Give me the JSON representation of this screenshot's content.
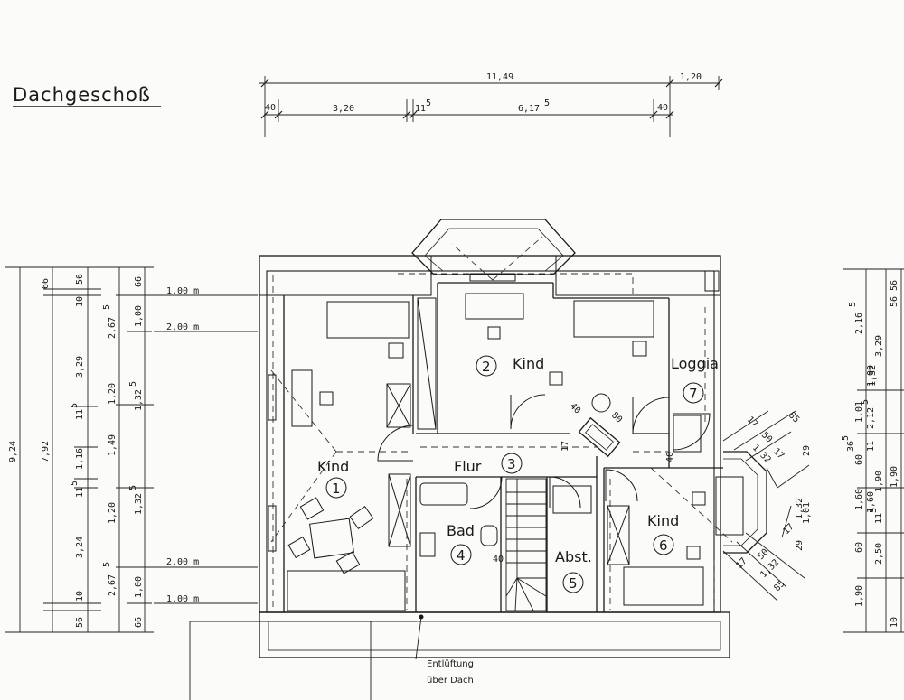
{
  "title": "Dachgeschoß",
  "dims_top": {
    "overall": "11,49",
    "extension": "1,20",
    "seg_left": "40",
    "seg_a": "3,20",
    "seg_b": "11",
    "seg_b_sup": "5",
    "seg_c": "6,17",
    "seg_c_sup": "5",
    "seg_right": "40"
  },
  "dims_left": {
    "total": "9,24",
    "inner": "7,92",
    "col3": [
      "66",
      "3,29",
      "11",
      "1,16",
      "11",
      "3,24",
      "56"
    ],
    "col3_sup": [
      "",
      "",
      "5",
      "",
      "5",
      "",
      ""
    ],
    "col3_top": "56",
    "col4": [
      "10",
      "2,67",
      "1,20",
      "1,49",
      "1,20",
      "2,67",
      "10"
    ],
    "col4_sup": [
      "",
      "5",
      "",
      "",
      "",
      "5",
      ""
    ],
    "col5": [
      "66",
      "1,00",
      "1,32",
      "1,32",
      "1,00",
      "66"
    ],
    "col5_sup": [
      "",
      "",
      "5",
      "5",
      "",
      ""
    ]
  },
  "height_marks": [
    "1,00 m",
    "2,00 m",
    "2,00 m",
    "1,00 m"
  ],
  "dims_right": {
    "col1": [
      "2,16",
      "1,01",
      "36",
      "60",
      "1,60",
      "60",
      "1,90"
    ],
    "col1_sup": [
      "5",
      "",
      "5",
      "",
      "",
      "",
      ""
    ],
    "col2": [
      "1,00",
      "2,12",
      "1,90",
      "11",
      "2,50",
      "10"
    ],
    "col2_sup": [
      "",
      "5",
      "",
      "5",
      "",
      ""
    ],
    "col3": [
      "56",
      "3,29",
      "1,32",
      "11",
      "1,90",
      "1,60",
      "56"
    ],
    "col3_sup": [
      "",
      "",
      "5",
      "5",
      "",
      "",
      ""
    ]
  },
  "dims_bay": [
    "17",
    "85",
    "50",
    "1,32",
    "17",
    "29",
    "1,01",
    "1,32",
    "29",
    "17",
    "50",
    "1,32",
    "85",
    "17"
  ],
  "rooms": [
    {
      "label": "Kind",
      "number": "1"
    },
    {
      "label": "Kind",
      "number": "2"
    },
    {
      "label": "Flur",
      "number": "3"
    },
    {
      "label": "Bad",
      "number": "4"
    },
    {
      "label": "Abst.",
      "number": "5"
    },
    {
      "label": "Kind",
      "number": "6"
    },
    {
      "label": "Loggia",
      "number": "7"
    }
  ],
  "small_dims": [
    "40",
    "40",
    "80",
    "17",
    "40"
  ],
  "note_line1": "Entlüftung",
  "note_line2": "über Dach"
}
